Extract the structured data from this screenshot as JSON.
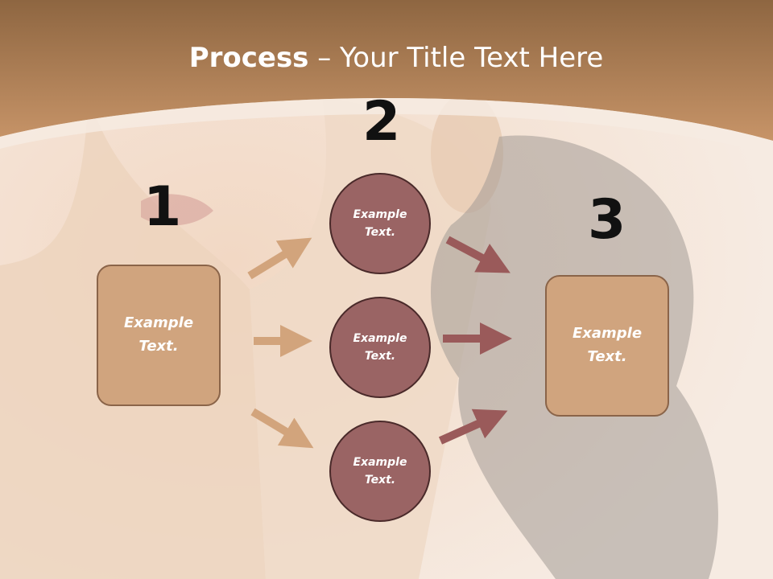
{
  "title": {
    "bold": "Process",
    "rest": " – Your Title Text Here"
  },
  "steps": {
    "one": "1",
    "two": "2",
    "three": "3"
  },
  "left_box": {
    "line1": "Example",
    "line2": "Text."
  },
  "right_box": {
    "line1": "Example",
    "line2": "Text."
  },
  "circles": [
    {
      "line1": "Example",
      "line2": "Text."
    },
    {
      "line1": "Example",
      "line2": "Text."
    },
    {
      "line1": "Example",
      "line2": "Text."
    }
  ],
  "colors": {
    "header": "#c08a5c",
    "box_fill": "#d0a47e",
    "circle_fill": "#9a6464",
    "arrow_left": "#d2a47c",
    "arrow_right": "#9a5a5a"
  }
}
